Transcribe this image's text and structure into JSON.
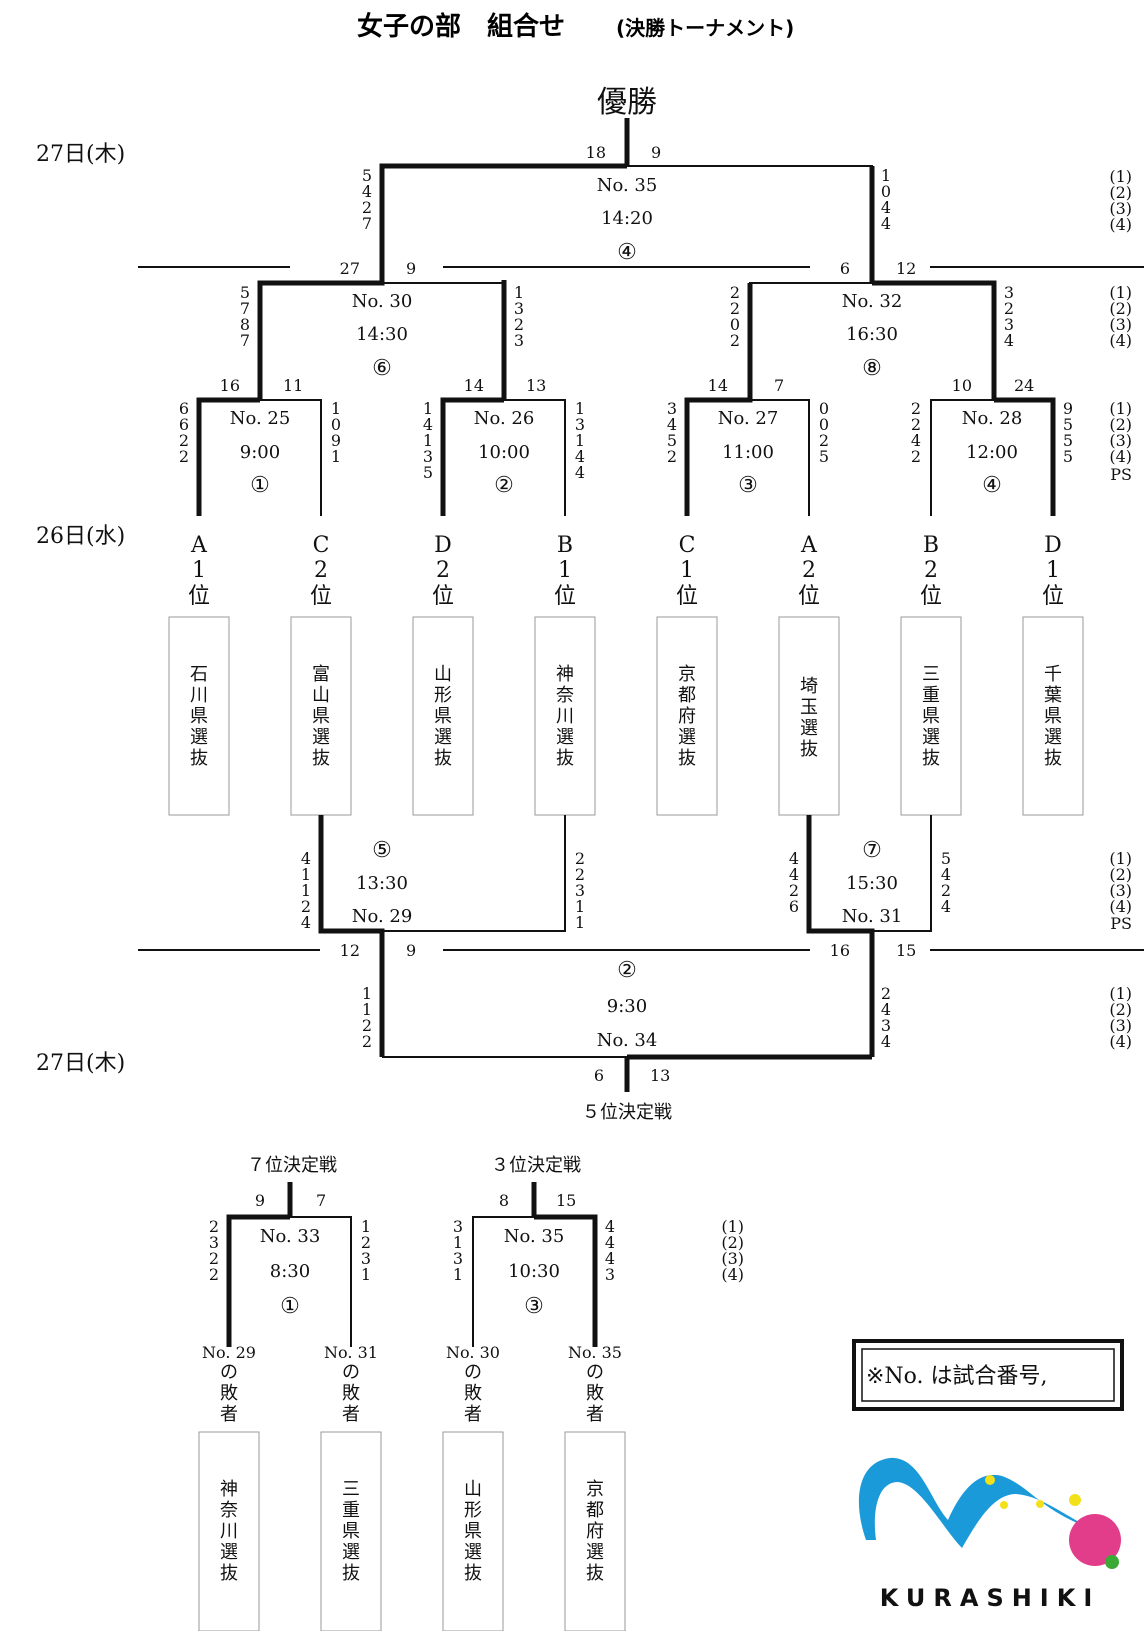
{
  "title_main": "女子の部　組合せ",
  "title_sub": "(決勝トーナメント)",
  "champion": "優勝",
  "dates": {
    "d27": "27日(木)",
    "d26": "26日(水)"
  },
  "periods": [
    "(1)",
    "(2)",
    "(3)",
    "(4)"
  ],
  "ps": "PS",
  "final": {
    "no": "No. 35",
    "time": "14:20",
    "court": "④",
    "left_score": "18",
    "right_score": "9",
    "left_sets": [
      "5",
      "4",
      "2",
      "7"
    ],
    "right_sets": [
      "1",
      "0",
      "4",
      "4"
    ]
  },
  "semis": [
    {
      "no": "No. 30",
      "time": "14:30",
      "court": "⑥",
      "left_score": "27",
      "right_score": "9",
      "left_sets": [
        "5",
        "7",
        "8",
        "7"
      ],
      "right_sets": [
        "1",
        "3",
        "2",
        "3"
      ]
    },
    {
      "no": "No. 32",
      "time": "16:30",
      "court": "⑧",
      "left_score": "6",
      "right_score": "12",
      "left_sets": [
        "2",
        "2",
        "0",
        "2"
      ],
      "right_sets": [
        "3",
        "2",
        "3",
        "4"
      ]
    }
  ],
  "quarters": [
    {
      "no": "No. 25",
      "time": "9:00",
      "court": "①",
      "left_score": "16",
      "right_score": "11",
      "left_sets": [
        "6",
        "6",
        "2",
        "2"
      ],
      "right_sets": [
        "1",
        "0",
        "9",
        "1"
      ]
    },
    {
      "no": "No. 26",
      "time": "10:00",
      "court": "②",
      "left_score": "14",
      "right_score": "13",
      "left_sets": [
        "1",
        "4",
        "1",
        "3",
        "5"
      ],
      "right_sets": [
        "1",
        "3",
        "1",
        "4",
        "4"
      ]
    },
    {
      "no": "No. 27",
      "time": "11:00",
      "court": "③",
      "left_score": "14",
      "right_score": "7",
      "left_sets": [
        "3",
        "4",
        "5",
        "2"
      ],
      "right_sets": [
        "0",
        "0",
        "2",
        "5"
      ]
    },
    {
      "no": "No. 28",
      "time": "12:00",
      "court": "④",
      "left_score": "10",
      "right_score": "24",
      "left_sets": [
        "2",
        "2",
        "4",
        "2"
      ],
      "right_sets": [
        "9",
        "5",
        "5",
        "5"
      ]
    }
  ],
  "seeds": [
    {
      "group": "A",
      "rank": "1",
      "suffix": "位",
      "team": "石川県選抜"
    },
    {
      "group": "C",
      "rank": "2",
      "suffix": "位",
      "team": "富山県選抜"
    },
    {
      "group": "D",
      "rank": "2",
      "suffix": "位",
      "team": "山形県選抜"
    },
    {
      "group": "B",
      "rank": "1",
      "suffix": "位",
      "team": "神奈川選抜"
    },
    {
      "group": "C",
      "rank": "1",
      "suffix": "位",
      "team": "京都府選抜"
    },
    {
      "group": "A",
      "rank": "2",
      "suffix": "位",
      "team": "埼玉選抜"
    },
    {
      "group": "B",
      "rank": "2",
      "suffix": "位",
      "team": "三重県選抜"
    },
    {
      "group": "D",
      "rank": "1",
      "suffix": "位",
      "team": "千葉県選抜"
    }
  ],
  "consolation": [
    {
      "no": "No. 29",
      "time": "13:30",
      "court": "⑤",
      "left_score": "12",
      "right_score": "9",
      "left_sets": [
        "4",
        "1",
        "1",
        "2",
        "4"
      ],
      "right_sets": [
        "2",
        "2",
        "3",
        "1",
        "1"
      ]
    },
    {
      "no": "No. 31",
      "time": "15:30",
      "court": "⑦",
      "left_score": "16",
      "right_score": "15",
      "left_sets": [
        "4",
        "4",
        "2",
        "6"
      ],
      "right_sets": [
        "5",
        "4",
        "2",
        "4"
      ]
    }
  ],
  "fifth": {
    "label": "５位決定戦",
    "no": "No. 34",
    "time": "9:30",
    "court": "②",
    "left_score": "6",
    "right_score": "13",
    "left_sets": [
      "1",
      "1",
      "2",
      "2"
    ],
    "right_sets": [
      "2",
      "4",
      "3",
      "4"
    ]
  },
  "seventh": {
    "label": "７位決定戦",
    "no": "No. 33",
    "time": "8:30",
    "court": "①",
    "left_score": "9",
    "right_score": "7",
    "left_sets": [
      "2",
      "3",
      "2",
      "2"
    ],
    "right_sets": [
      "1",
      "2",
      "3",
      "1"
    ]
  },
  "third": {
    "label": "３位決定戦",
    "no": "No. 35",
    "time": "10:30",
    "court": "③",
    "left_score": "8",
    "right_score": "15",
    "left_sets": [
      "3",
      "1",
      "3",
      "1"
    ],
    "right_sets": [
      "4",
      "4",
      "4",
      "3"
    ]
  },
  "losers": [
    {
      "no": "No. 29",
      "chars": "の敗者",
      "team": "神奈川選抜"
    },
    {
      "no": "No. 31",
      "chars": "の敗者",
      "team": "三重県選抜"
    },
    {
      "no": "No. 30",
      "chars": "の敗者",
      "team": "山形県選抜"
    },
    {
      "no": "No. 35",
      "chars": "の敗者",
      "team": "京都府選抜"
    }
  ],
  "note": "※No. は試合番号,",
  "logo_text": "KURASHIKI",
  "colors": {
    "logo_blue": "#1a9ad9",
    "logo_pink": "#e23d8a",
    "logo_yellow": "#f2e11a",
    "logo_green": "#3aa935"
  }
}
